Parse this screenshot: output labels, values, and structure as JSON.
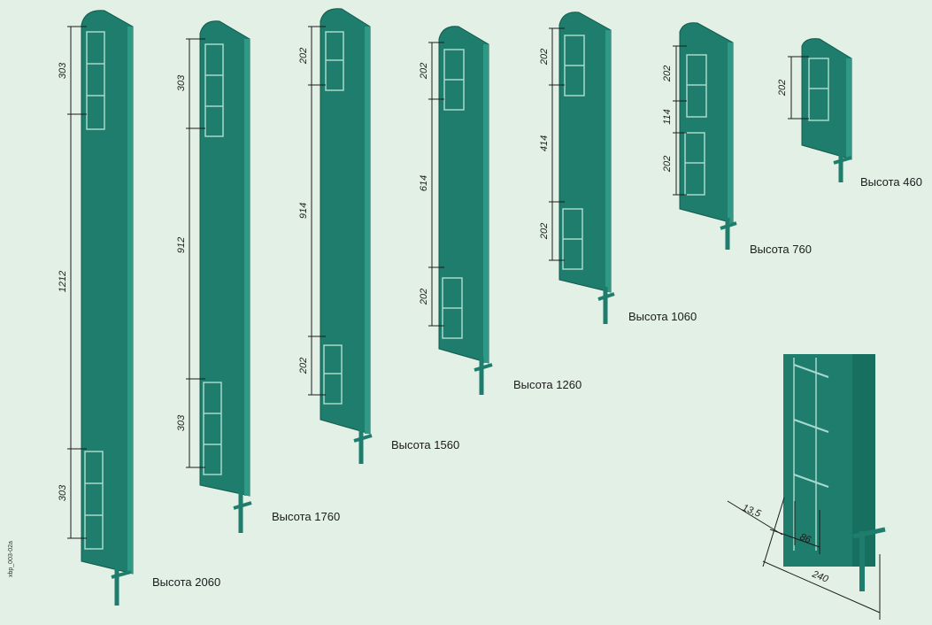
{
  "drawing_code": "xbp_003-02a",
  "colors": {
    "background": "#e3f0e6",
    "panel": "#1e7d6c",
    "panel_dark": "#125a4d",
    "panel_edge": "#2e9a86",
    "grid_line": "#a9d9cc",
    "dim_line": "#1c1c1c"
  },
  "radiators": [
    {
      "caption": "Высота 2060",
      "dims": [
        "303",
        "1212",
        "303"
      ]
    },
    {
      "caption": "Высота 1760",
      "dims": [
        "303",
        "912",
        "303"
      ]
    },
    {
      "caption": "Высота 1560",
      "dims": [
        "202",
        "914",
        "202"
      ]
    },
    {
      "caption": "Высота 1260",
      "dims": [
        "202",
        "614",
        "202"
      ]
    },
    {
      "caption": "Высота 1060",
      "dims": [
        "202",
        "414",
        "202"
      ]
    },
    {
      "caption": "Высота 760",
      "dims": [
        "202",
        "114",
        "202"
      ]
    },
    {
      "caption": "Высота 460",
      "dims": [
        "202"
      ]
    }
  ],
  "detail": {
    "offset": "13,5",
    "inner": "86",
    "width": "240"
  }
}
